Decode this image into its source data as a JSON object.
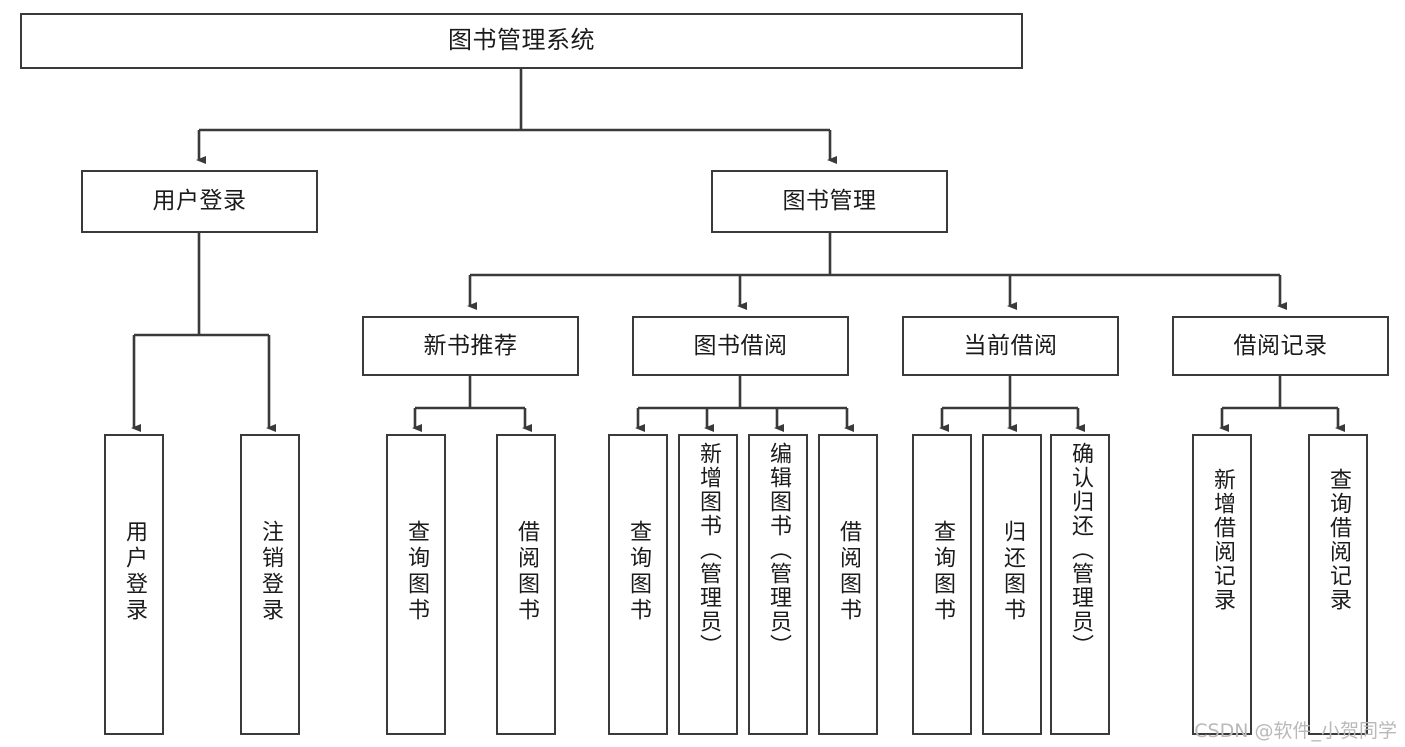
{
  "diagram": {
    "title": "图书管理系统",
    "type": "tree-hierarchy-diagram",
    "colors": {
      "box_border": "#3a3a3a",
      "box_fill": "#ffffff",
      "connector": "#3a3a3a",
      "background": "#ffffff",
      "watermark": "#b9b9b9"
    }
  },
  "root": {
    "label": "图书管理系统"
  },
  "level2": [
    {
      "label": "用户登录"
    },
    {
      "label": "图书管理"
    }
  ],
  "level3": [
    {
      "label": "新书推荐"
    },
    {
      "label": "图书借阅"
    },
    {
      "label": "当前借阅"
    },
    {
      "label": "借阅记录"
    }
  ],
  "leaves": {
    "user_login": [
      {
        "label": "用户登录"
      },
      {
        "label": "注销登录"
      }
    ],
    "new_book_recommend": [
      {
        "label": "查询图书"
      },
      {
        "label": "借阅图书"
      }
    ],
    "book_borrow": [
      {
        "label": "查询图书"
      },
      {
        "label": "新增图书（管理员）"
      },
      {
        "label": "编辑图书（管理员）"
      },
      {
        "label": "借阅图书"
      }
    ],
    "current_borrow": [
      {
        "label": "查询图书"
      },
      {
        "label": "归还图书"
      },
      {
        "label": "确认归还（管理员）"
      }
    ],
    "borrow_records": [
      {
        "label": "新增借阅记录"
      },
      {
        "label": "查询借阅记录"
      }
    ]
  },
  "watermark": {
    "text": "CSDN @软件_小贺同学"
  }
}
